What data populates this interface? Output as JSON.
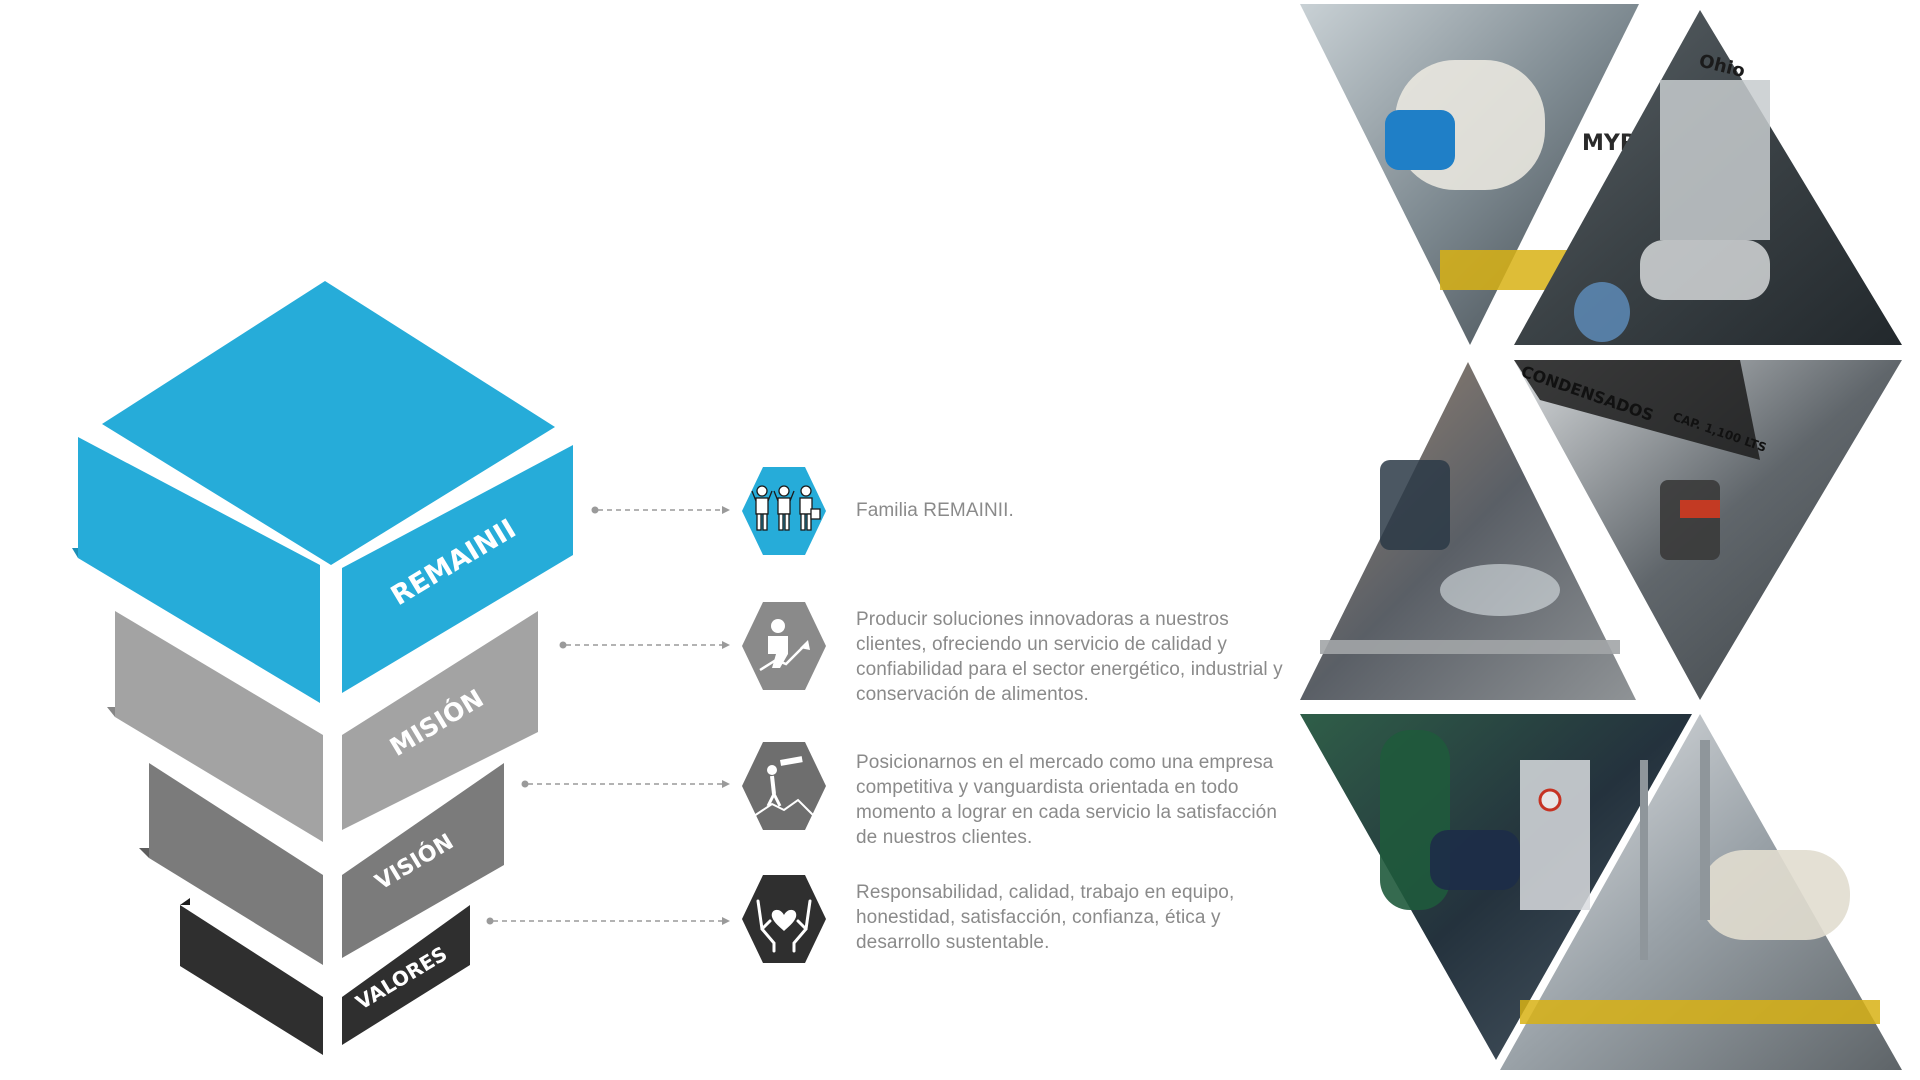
{
  "pyramid": {
    "levels": [
      {
        "label": "REMAINII",
        "color": "#26acd9",
        "text": "Familia REMAINII."
      },
      {
        "label": "MISIÓN",
        "color": "#a3a3a3",
        "text": "Producir soluciones innovadoras a nuestros clientes, ofreciendo un servicio de calidad y confiabilidad para el sector energético, industrial y conservación de alimentos."
      },
      {
        "label": "VISIÓN",
        "color": "#7b7b7b",
        "text": "Posicionarnos en el mercado como una empresa competitiva y vanguardista orientada en todo momento a lograr en cada servicio la satisfacción de nuestros clientes."
      },
      {
        "label": "VALORES",
        "color": "#2f2f2f",
        "text": "Responsabilidad, calidad, trabajo en equipo, honestidad, satisfacción, confianza, ética y desarrollo sustentable."
      }
    ]
  },
  "icons": [
    {
      "name": "team-workers-icon",
      "color": "#26acd9"
    },
    {
      "name": "growth-person-icon",
      "color": "#8a8a8a"
    },
    {
      "name": "vision-telescope-icon",
      "color": "#6e6e6e"
    },
    {
      "name": "hands-heart-icon",
      "color": "#2f2f2f"
    }
  ],
  "photo_labels": {
    "ohio": "Ohio",
    "myr": "MYR",
    "condensados": "CONDENSADOS",
    "capacity": "CAP. 1,100 LTS"
  }
}
